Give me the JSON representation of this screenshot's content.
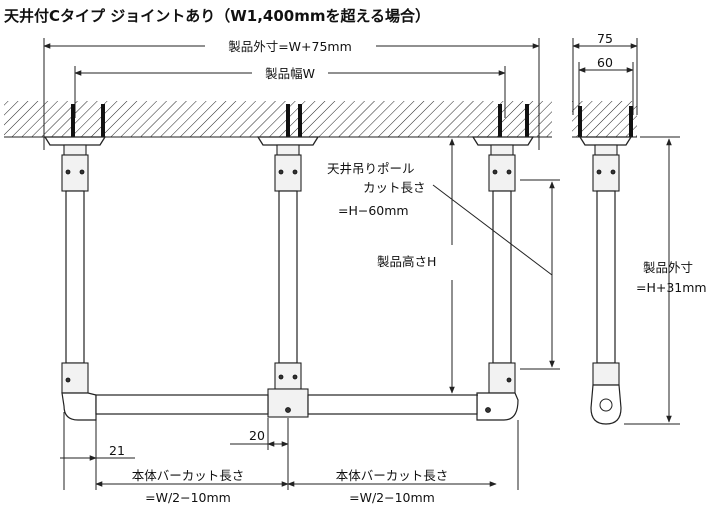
{
  "title": "天井付Cタイプ ジョイントあり（W1,400mmを超える場合）",
  "labels": {
    "product_outer_width": "製品外寸=W+75mm",
    "product_width": "製品幅W",
    "depth_outer": "75",
    "depth_inner": "60",
    "pole_cut_line1": "天井吊りポール",
    "pole_cut_line2": "カット長さ",
    "pole_cut_line3": "=H−60mm",
    "product_height": "製品高さH",
    "side_outer_line1": "製品外寸",
    "side_outer_line2": "=H+31mm",
    "offset_21": "21",
    "offset_20": "20",
    "bar_cut_left_line1": "本体バーカット長さ",
    "bar_cut_left_line2": "=W/2−10mm",
    "bar_cut_right_line1": "本体バーカット長さ",
    "bar_cut_right_line2": "=W/2−10mm"
  }
}
